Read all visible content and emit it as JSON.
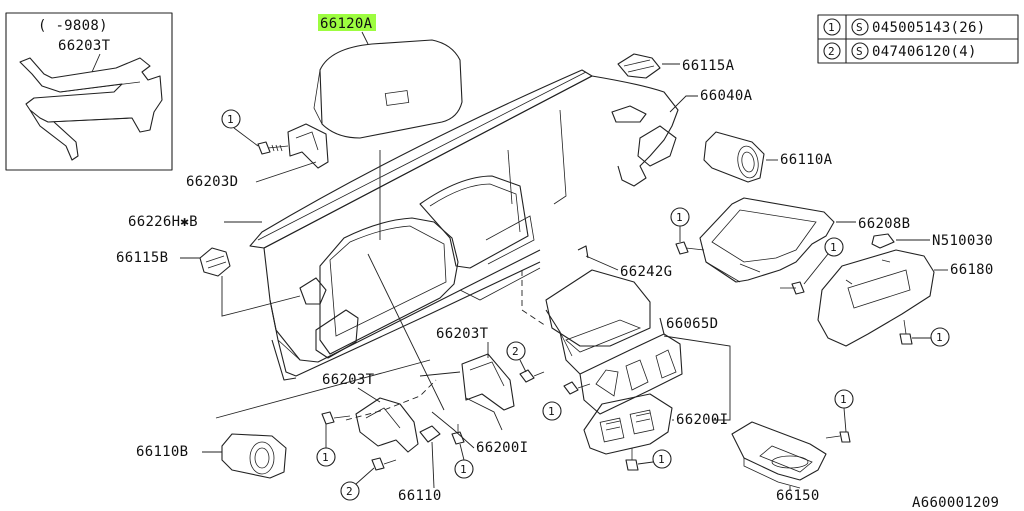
{
  "callouts": [
    {
      "id": "66120A",
      "text": "66120A",
      "highlighted": true
    },
    {
      "id": "66115A",
      "text": "66115A"
    },
    {
      "id": "66040A",
      "text": "66040A"
    },
    {
      "id": "66110A",
      "text": "66110A"
    },
    {
      "id": "66208B",
      "text": "66208B"
    },
    {
      "id": "N510030",
      "text": "N510030"
    },
    {
      "id": "66180",
      "text": "66180"
    },
    {
      "id": "66242G",
      "text": "66242G"
    },
    {
      "id": "66065D",
      "text": "66065D"
    },
    {
      "id": "66203D",
      "text": "66203D"
    },
    {
      "id": "66226HB",
      "text": "66226H✱B"
    },
    {
      "id": "66115B",
      "text": "66115B"
    },
    {
      "id": "66203T_inset",
      "text": "66203T"
    },
    {
      "id": "66203T_mid",
      "text": "66203T"
    },
    {
      "id": "66203T_low",
      "text": "66203T"
    },
    {
      "id": "66110B",
      "text": "66110B"
    },
    {
      "id": "66200I_a",
      "text": "66200I"
    },
    {
      "id": "66200I_b",
      "text": "66200I"
    },
    {
      "id": "66110",
      "text": "66110"
    },
    {
      "id": "66150",
      "text": "66150"
    }
  ],
  "inset": {
    "date_range": "(   -9808)"
  },
  "legend": {
    "rows": [
      {
        "num": "1",
        "s": "S",
        "code": "045005143(26)"
      },
      {
        "num": "2",
        "s": "S",
        "code": "047406120(4)"
      }
    ]
  },
  "markers": [
    {
      "id": "m1",
      "num": "1"
    },
    {
      "id": "m2",
      "num": "1"
    },
    {
      "id": "m3",
      "num": "1"
    },
    {
      "id": "m4",
      "num": "1"
    },
    {
      "id": "m5",
      "num": "1"
    },
    {
      "id": "m6",
      "num": "1"
    },
    {
      "id": "m7",
      "num": "1"
    },
    {
      "id": "m8",
      "num": "1"
    },
    {
      "id": "m9",
      "num": "1"
    },
    {
      "id": "m10",
      "num": "2"
    },
    {
      "id": "m11",
      "num": "2"
    }
  ],
  "figure_id": "A660001209",
  "colors": {
    "highlight": "#7CFC00",
    "ink": "#222222",
    "background": "#ffffff"
  }
}
